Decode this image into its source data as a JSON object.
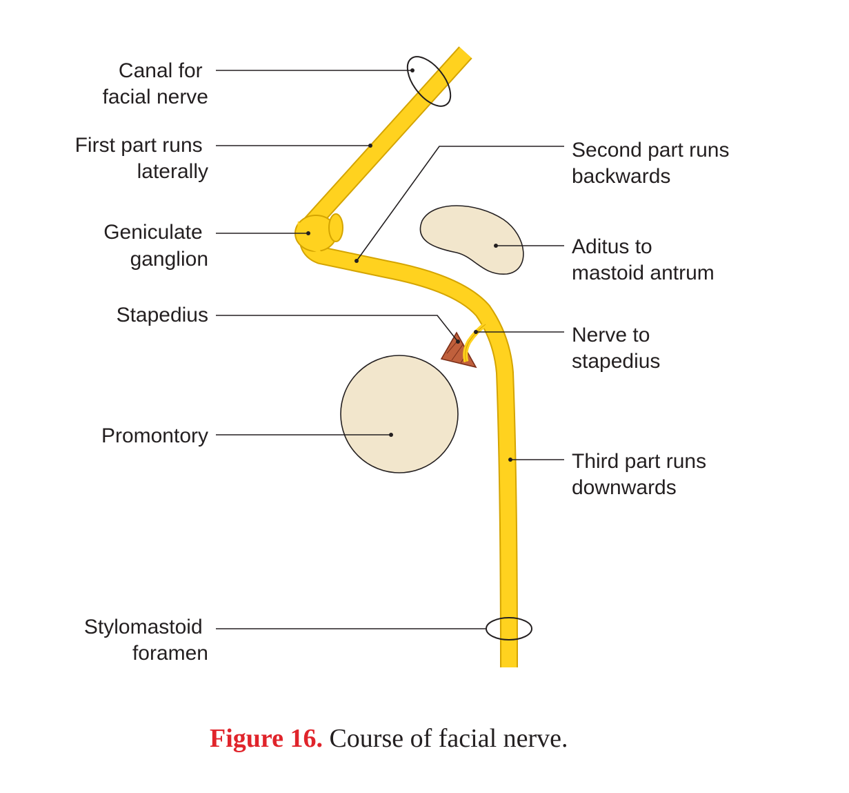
{
  "labels": {
    "canal": [
      "Canal for",
      "facial nerve"
    ],
    "first_part": [
      "First part runs",
      "laterally"
    ],
    "geniculate": [
      "Geniculate",
      "ganglion"
    ],
    "stapedius": [
      "Stapedius"
    ],
    "promontory": [
      "Promontory"
    ],
    "stylomastoid": [
      "Stylomastoid",
      "foramen"
    ],
    "second_part": [
      "Second part runs",
      "backwards"
    ],
    "aditus": [
      "Aditus to",
      "mastoid antrum"
    ],
    "nerve_to_stapedius": [
      "Nerve to",
      "stapedius"
    ],
    "third_part": [
      "Third part runs",
      "downwards"
    ]
  },
  "caption": {
    "figure": "Figure 16.",
    "text": " Course of facial nerve."
  },
  "colors": {
    "nerve": "#ffd21f",
    "nerve_edge": "#d4a400",
    "promontory": "#f2e6cc",
    "aditus": "#f2e6cc",
    "stapedius_muscle": "#c0603c",
    "caption_figure": "#e0242b",
    "caption_text": "#231f20"
  }
}
